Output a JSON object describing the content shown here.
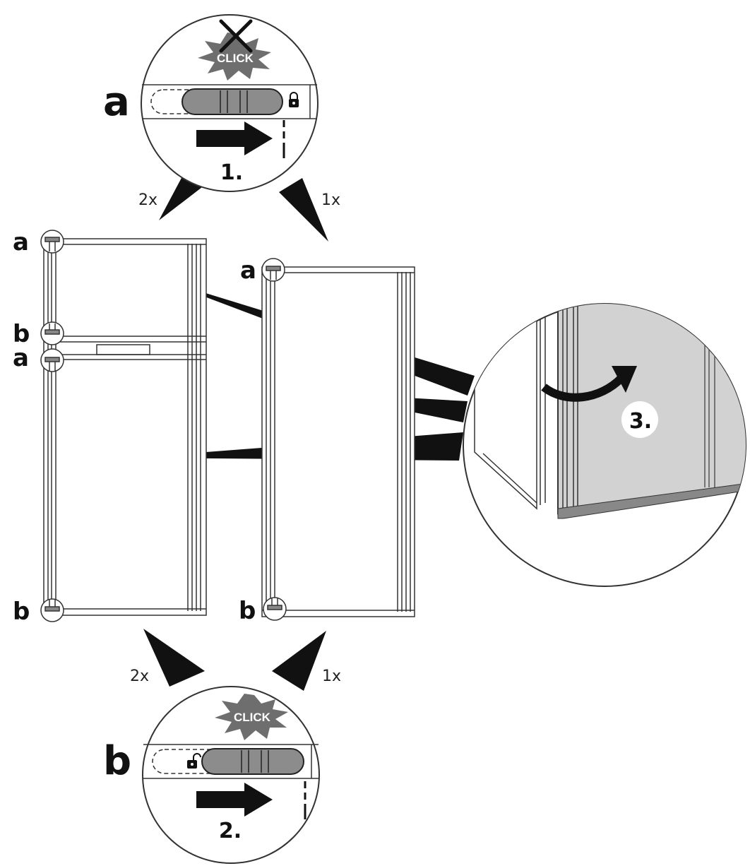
{
  "colors": {
    "ink": "#111111",
    "line": "#333333",
    "burst": "#6e6e6e",
    "slider": "#8c8c8c",
    "panel": "#d2d2d2",
    "background": "#ffffff"
  },
  "icons": [
    "cross-icon",
    "lock-icon",
    "unlock-icon",
    "arrow-right-icon",
    "curved-arrow-icon"
  ],
  "top_detail": {
    "label": "a",
    "click": "CLICK",
    "step": "1.",
    "left_count": "2x",
    "right_count": "1x"
  },
  "bottom_detail": {
    "label": "b",
    "click": "CLICK",
    "step": "2.",
    "left_count": "2x",
    "right_count": "1x"
  },
  "right_detail": {
    "step": "3."
  },
  "left_door": {
    "hinges": [
      "a",
      "b",
      "a",
      "b"
    ]
  },
  "right_door": {
    "hinges": [
      "a",
      "b"
    ]
  }
}
